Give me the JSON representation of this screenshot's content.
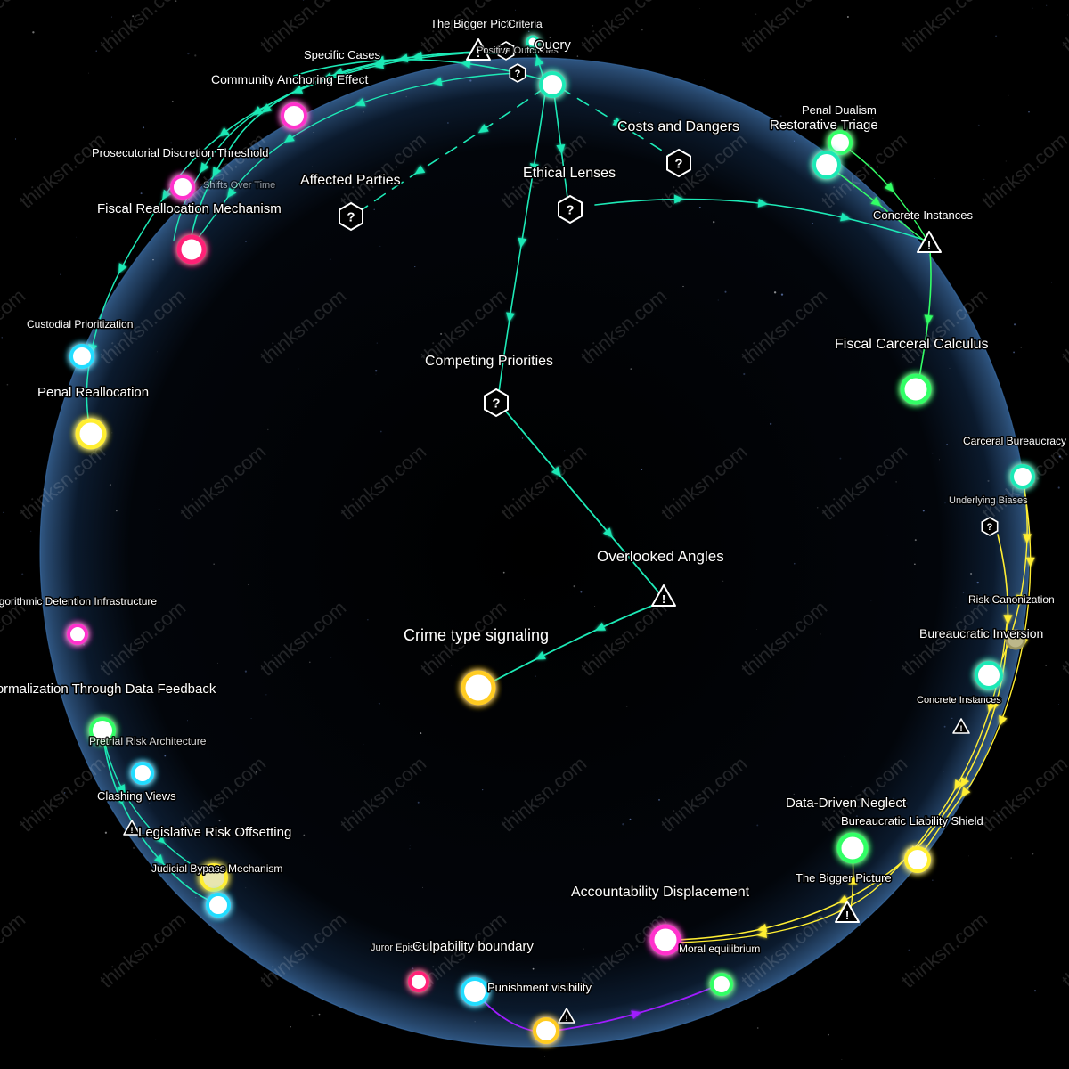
{
  "watermark": "thinksn.com",
  "colors": {
    "background": "#000000",
    "sphere_edge": "#4a7ab0",
    "teal": "#1de9b6",
    "green": "#33ff66",
    "yellow": "#ffee33",
    "purple": "#a01cff",
    "pink": "#ff33cc",
    "white": "#ffffff"
  },
  "labels": {
    "the_bigger_picture_top": "The Bigger Picture",
    "criteria": "Criteria",
    "specific_cases": "Specific Cases",
    "positive_outcomes": "Positive Outcomes",
    "query": "Query",
    "community_anchoring_effect": "Community Anchoring Effect",
    "costs_and_dangers": "Costs and Dangers",
    "penal_dualism": "Penal Dualism",
    "restorative_triage": "Restorative Triage",
    "prosecutorial_discretion_threshold": "Prosecutorial Discretion Threshold",
    "shifts_over_time": "Shifts Over Time",
    "affected_parties": "Affected Parties",
    "ethical_lenses": "Ethical Lenses",
    "fiscal_reallocation_mechanism": "Fiscal Reallocation Mechanism",
    "concrete_instances_top": "Concrete Instances",
    "custodial_prioritization": "Custodial Prioritization",
    "fiscal_carceral_calculus": "Fiscal Carceral Calculus",
    "competing_priorities": "Competing Priorities",
    "penal_reallocation": "Penal Reallocation",
    "carceral_bureaucracy": "Carceral Bureaucracy",
    "underlying_biases": "Underlying Biases",
    "overlooked_angles": "Overlooked Angles",
    "algorithmic_detention_infrastructure": "Algorithmic Detention Infrastructure",
    "risk_canonization": "Risk Canonization",
    "crime_type_signaling": "Crime type signaling",
    "bureaucratic_inversion": "Bureaucratic Inversion",
    "normalization_through_data_feedback": "Normalization Through Data Feedback",
    "concrete_instances_right": "Concrete Instances",
    "pretrial_risk_architecture": "Pretrial Risk Architecture",
    "clashing_views": "Clashing Views",
    "data_driven_neglect": "Data-Driven Neglect",
    "bureaucratic_liability_shield": "Bureaucratic Liability Shield",
    "legislative_risk_offsetting": "Legislative Risk Offsetting",
    "judicial_bypass_mechanism": "Judicial Bypass Mechanism",
    "the_bigger_picture_bottom": "The Bigger Picture",
    "accountability_displacement": "Accountability Displacement",
    "juror_epistemic": "Juror Epistemic",
    "culpability_boundary": "Culpability boundary",
    "moral_equilibrium": "Moral equilibrium",
    "punishment_visibility": "Punishment visibility"
  }
}
